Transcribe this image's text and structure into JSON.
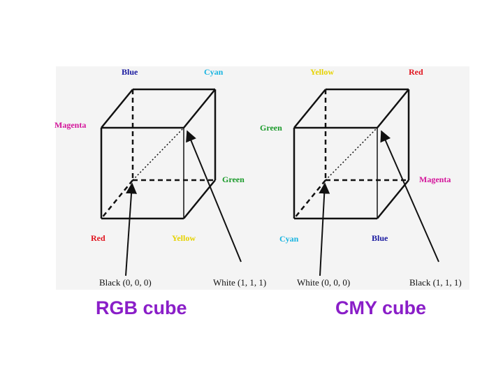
{
  "colors": {
    "red": "#e0141e",
    "green": "#1a9a2a",
    "blue": "#1a1aa0",
    "cyan": "#18b4e0",
    "magenta": "#d4149a",
    "yellow": "#e6d200",
    "caption": "#8a1ec8",
    "line": "#111111"
  },
  "rgb_cube": {
    "caption": "RGB cube",
    "vertices": {
      "blue": "Blue",
      "cyan": "Cyan",
      "magenta": "Magenta",
      "green": "Green",
      "red": "Red",
      "yellow": "Yellow"
    },
    "black_point": "Black (0, 0, 0)",
    "white_point": "White (1, 1, 1)"
  },
  "cmy_cube": {
    "caption": "CMY cube",
    "vertices": {
      "yellow": "Yellow",
      "red": "Red",
      "green": "Green",
      "magenta": "Magenta",
      "cyan": "Cyan",
      "blue": "Blue"
    },
    "white_point": "White (0, 0, 0)",
    "black_point": "Black (1, 1, 1)"
  }
}
